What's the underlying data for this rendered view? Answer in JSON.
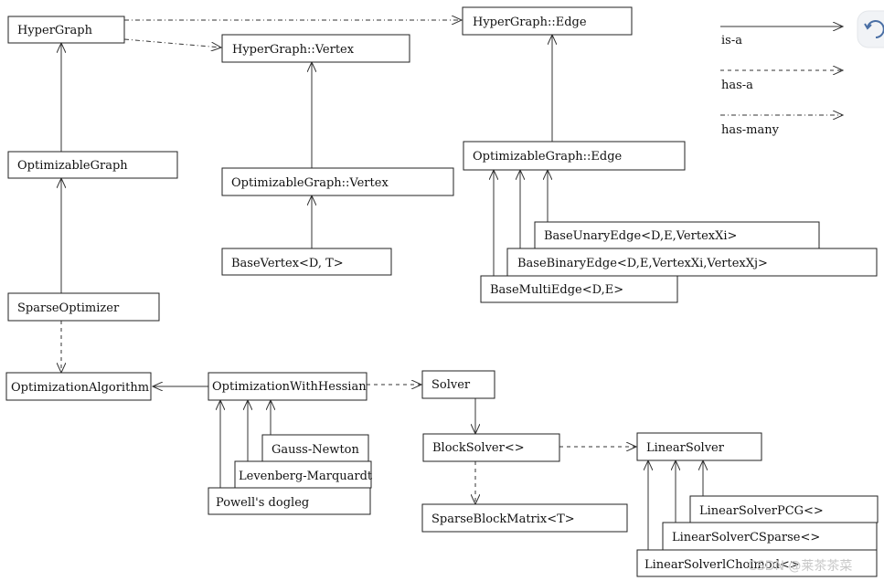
{
  "nodes": {
    "hypergraph": "HyperGraph",
    "hypergraph_edge": "HyperGraph::Edge",
    "hypergraph_vertex": "HyperGraph::Vertex",
    "optimizable_graph": "OptimizableGraph",
    "optimizable_graph_vertex": "OptimizableGraph::Vertex",
    "optimizable_graph_edge": "OptimizableGraph::Edge",
    "base_vertex": "BaseVertex<D, T>",
    "base_unary_edge": "BaseUnaryEdge<D,E,VertexXi>",
    "base_binary_edge": "BaseBinaryEdge<D,E,VertexXi,VertexXj>",
    "base_multi_edge": "BaseMultiEdge<D,E>",
    "sparse_optimizer": "SparseOptimizer",
    "optimization_algorithm": "OptimizationAlgorithm",
    "optimization_with_hessian": "OptimizationWithHessian",
    "gauss_newton": "Gauss-Newton",
    "levenberg_marquardt": "Levenberg-Marquardt",
    "powells_dogleg": "Powell's dogleg",
    "solver": "Solver",
    "block_solver": "BlockSolver<>",
    "sparse_block_matrix": "SparseBlockMatrix<T>",
    "linear_solver": "LinearSolver",
    "linear_solver_pcg": "LinearSolverPCG<>",
    "linear_solver_csparse": "LinearSolverCSparse<>",
    "linear_solver_cholmod": "LinearSolverlCholmod<>"
  },
  "legend": {
    "is_a": "is-a",
    "has_a": "has-a",
    "has_many": "has-many"
  },
  "watermark": "CSDN @莱茶茶菜",
  "corner_icon": "refresh-icon"
}
